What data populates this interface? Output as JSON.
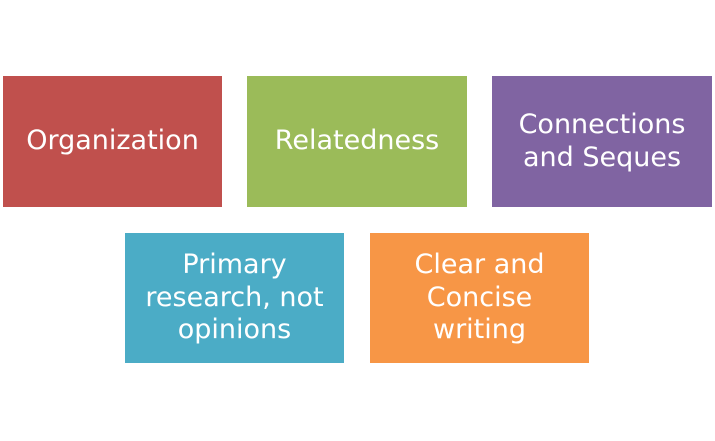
{
  "boxes": [
    {
      "label": "Organization",
      "color": "#C0504D"
    },
    {
      "label": "Relatedness",
      "color": "#9BBB59"
    },
    {
      "label": "Connections and Seques",
      "color": "#8064A2"
    },
    {
      "label": "Primary research, not opinions",
      "color": "#4BACC6"
    },
    {
      "label": "Clear and Concise writing",
      "color": "#F79646"
    }
  ]
}
